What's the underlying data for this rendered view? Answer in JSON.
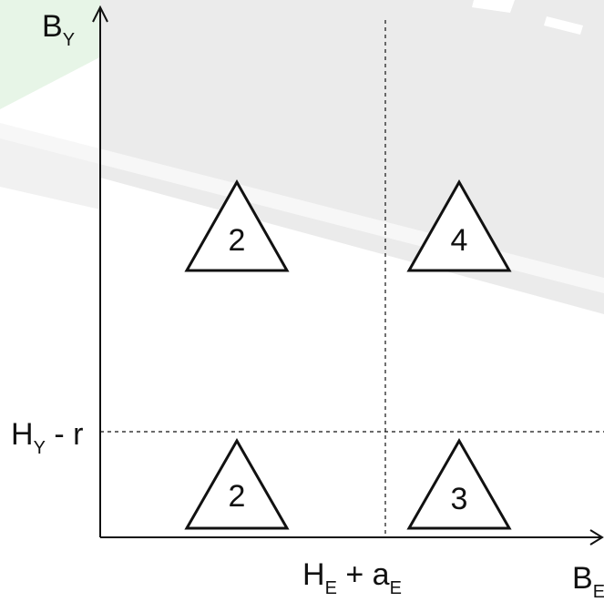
{
  "axes": {
    "y_axis": {
      "base": "B",
      "sub": "Y"
    },
    "x_axis": {
      "base": "B",
      "sub": "E"
    }
  },
  "thresholds": {
    "horizontal": {
      "a": "H",
      "a_sub": "Y",
      "rest": " - r"
    },
    "vertical": {
      "a": "H",
      "a_sub": "E",
      "mid": " + a",
      "b_sub": "E"
    }
  },
  "regions": [
    {
      "id": "top-left",
      "label": "2"
    },
    {
      "id": "top-right",
      "label": "4"
    },
    {
      "id": "bottom-left",
      "label": "2"
    },
    {
      "id": "bottom-right",
      "label": "3"
    }
  ],
  "colors": {
    "background": "#ffffff",
    "road_band": "#eaeaea",
    "lane_mark": "#ffffff",
    "green_tint": "#e6f5e6",
    "line": "#111111"
  }
}
